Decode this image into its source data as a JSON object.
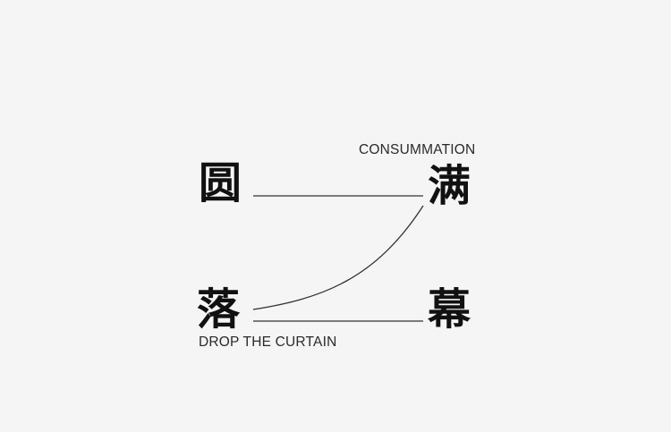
{
  "design": {
    "background_color": "#f5f5f5",
    "text_color": "#111111",
    "line_color": "#333333",
    "characters": {
      "top_left": "圆",
      "top_right": "满",
      "bottom_left": "落",
      "bottom_right": "幕"
    },
    "captions": {
      "top": "CONSUMMATION",
      "bottom": "DROP THE CURTAIN"
    }
  }
}
